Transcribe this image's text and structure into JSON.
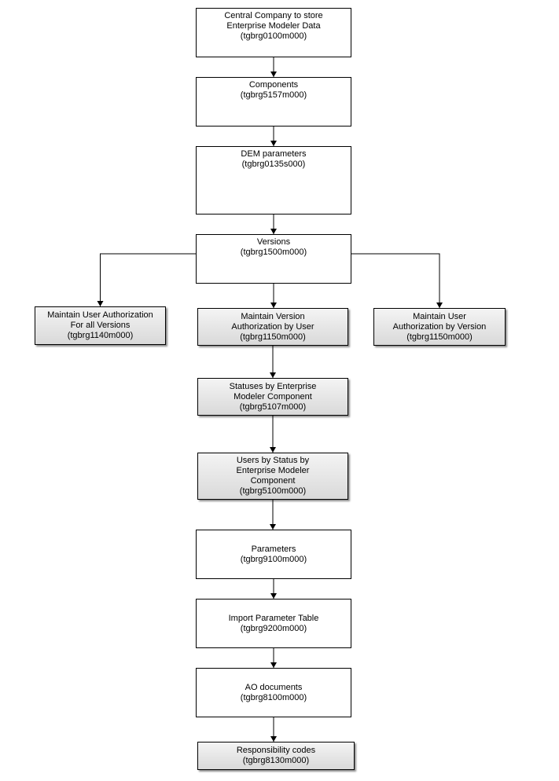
{
  "nodes": [
    {
      "id": "central-company",
      "lines": [
        "Central Company to store",
        "Enterprise Modeler Data",
        "(tgbrg0100m000)"
      ]
    },
    {
      "id": "components",
      "lines": [
        "Components",
        "(tgbrg5157m000)"
      ]
    },
    {
      "id": "dem-parameters",
      "lines": [
        "DEM  parameters",
        "(tgbrg0135s000)"
      ]
    },
    {
      "id": "versions",
      "lines": [
        "Versions",
        "(tgbrg1500m000)"
      ]
    },
    {
      "id": "user-auth-all-versions",
      "lines": [
        "Maintain User Authorization",
        "For all Versions",
        "(tgbrg1140m000)"
      ]
    },
    {
      "id": "version-auth-by-user",
      "lines": [
        "Maintain Version",
        "Authorization by User",
        "(tgbrg1150m000)"
      ]
    },
    {
      "id": "user-auth-by-version",
      "lines": [
        "Maintain User",
        "Authorization by Version",
        "(tgbrg1150m000)"
      ]
    },
    {
      "id": "statuses-by-component",
      "lines": [
        "Statuses by Enterprise",
        "Modeler Component",
        "(tgbrg5107m000)"
      ]
    },
    {
      "id": "users-by-status",
      "lines": [
        "Users by Status by",
        "Enterprise Modeler",
        "Component",
        "(tgbrg5100m000)"
      ]
    },
    {
      "id": "parameters",
      "lines": [
        "Parameters",
        "(tgbrg9100m000)"
      ]
    },
    {
      "id": "import-parameter-table",
      "lines": [
        "Import Parameter Table",
        "(tgbrg9200m000)"
      ]
    },
    {
      "id": "ao-documents",
      "lines": [
        "AO documents",
        "(tgbrg8100m000)"
      ]
    },
    {
      "id": "responsibility-codes",
      "lines": [
        "Responsibility codes",
        "(tgbrg8130m000)"
      ]
    }
  ],
  "edges": [
    {
      "from": "central-company",
      "to": "components"
    },
    {
      "from": "components",
      "to": "dem-parameters"
    },
    {
      "from": "dem-parameters",
      "to": "versions"
    },
    {
      "from": "versions",
      "to": "user-auth-all-versions"
    },
    {
      "from": "versions",
      "to": "version-auth-by-user"
    },
    {
      "from": "versions",
      "to": "user-auth-by-version"
    },
    {
      "from": "version-auth-by-user",
      "to": "statuses-by-component"
    },
    {
      "from": "statuses-by-component",
      "to": "users-by-status"
    },
    {
      "from": "users-by-status",
      "to": "parameters"
    },
    {
      "from": "parameters",
      "to": "import-parameter-table"
    },
    {
      "from": "import-parameter-table",
      "to": "ao-documents"
    },
    {
      "from": "ao-documents",
      "to": "responsibility-codes"
    }
  ]
}
